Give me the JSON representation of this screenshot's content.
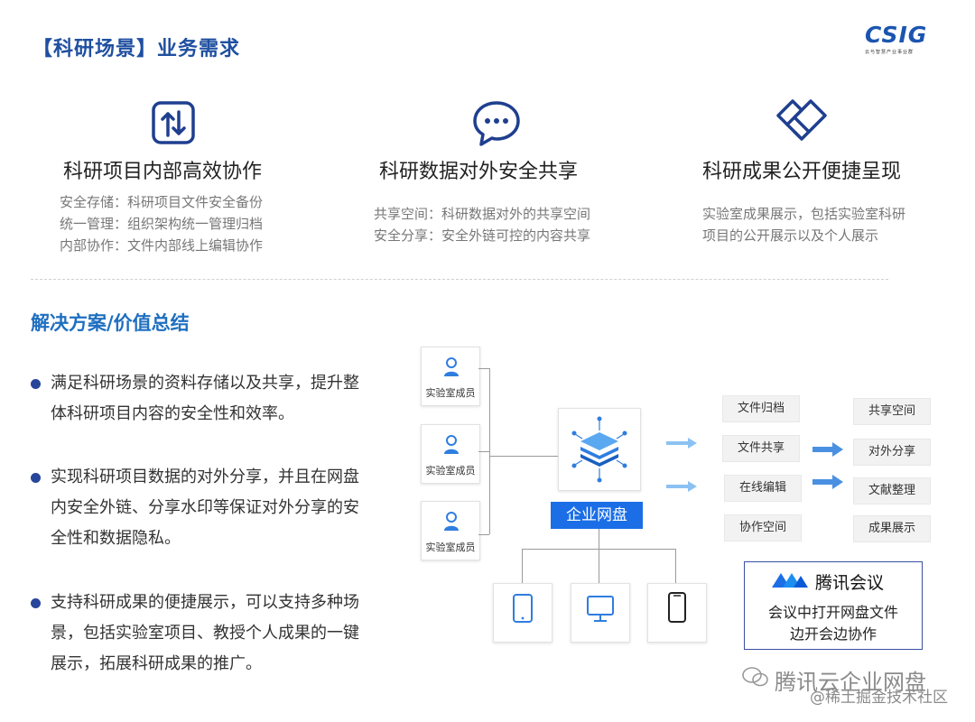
{
  "header": {
    "title": "【科研场景】业务需求",
    "logo_text": "CSIG",
    "logo_sub": "云与智慧产业事业群"
  },
  "requirements": [
    {
      "icon": "transfer-icon",
      "heading": "科研项目内部高效协作",
      "lines": [
        "安全存储：科研项目文件安全备份",
        "统一管理：组织架构统一管理归档",
        "内部协作：文件内部线上编辑协作"
      ]
    },
    {
      "icon": "chat-icon",
      "heading": "科研数据对外安全共享",
      "lines": [
        "共享空间：科研数据对外的共享空间",
        "安全分享：安全外链可控的内容共享"
      ]
    },
    {
      "icon": "handshake-icon",
      "heading": "科研成果公开便捷呈现",
      "lines": [
        "实验室成果展示，包括实验室科研",
        "项目的公开展示以及个人展示"
      ]
    }
  ],
  "solution": {
    "title": "解决方案/价值总结",
    "bullets": [
      "满足科研场景的资料存储以及共享，提升整体科研项目内容的安全性和效率。",
      "实现科研项目数据的对外分享，并且在网盘内安全外链、分享水印等保证对外分享的安全性和数据隐私。",
      "支持科研成果的便捷展示，可以支持多种场景，包括实验室项目、教授个人成果的一键展示，拓展科研成果的推广。"
    ]
  },
  "diagram": {
    "members": [
      "实验室成员",
      "实验室成员",
      "实验室成员"
    ],
    "center_label": "企业网盘",
    "features": [
      "文件归档",
      "文件共享",
      "在线编辑",
      "协作空间"
    ],
    "outcomes": [
      "共享空间",
      "对外分享",
      "文献整理",
      "成果展示"
    ],
    "devices": [
      "tablet-icon",
      "monitor-icon",
      "phone-icon"
    ],
    "meeting": {
      "name": "腾讯会议",
      "desc_1": "会议中打开网盘文件",
      "desc_2": "边开会边协作"
    }
  },
  "watermark": {
    "line1": "腾讯云企业网盘",
    "line2": "@稀土掘金技术社区"
  },
  "colors": {
    "title_blue": "#1f4fa0",
    "accent_blue": "#1b6ee6",
    "arrow_blue": "#4a90e2"
  }
}
